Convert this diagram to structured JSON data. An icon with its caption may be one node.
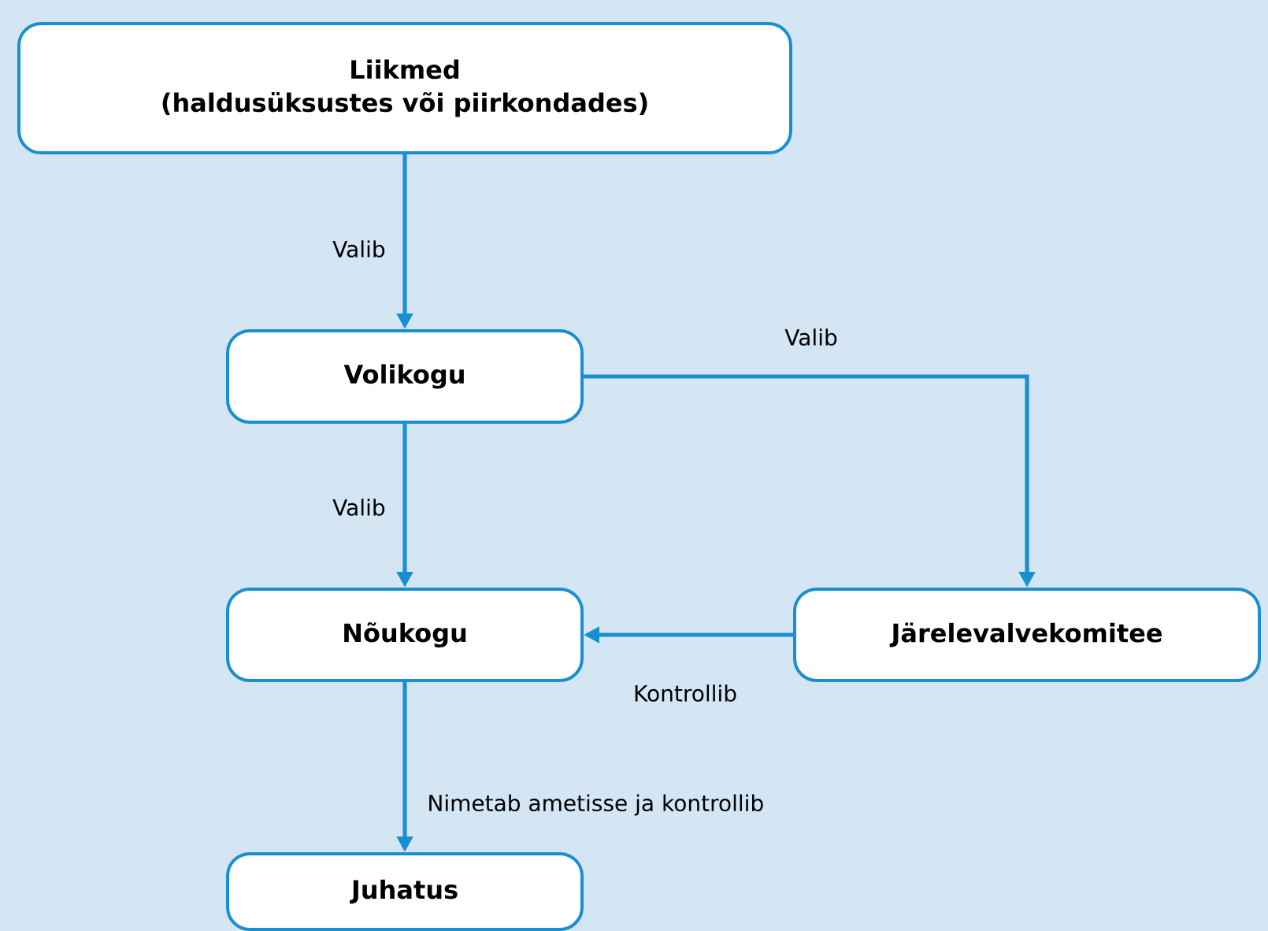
{
  "diagram": {
    "nodes": [
      {
        "text": [
          "Liikmed",
          "(haldusüksustes või piirkondades)"
        ]
      },
      {
        "text": [
          "Volikogu"
        ]
      },
      {
        "text": [
          "Nõukogu"
        ]
      },
      {
        "text": [
          "Järelevalvekomitee"
        ]
      },
      {
        "text": [
          "Juhatus"
        ]
      }
    ],
    "edges": [
      {
        "from": 0,
        "to": 1,
        "arrow": "to",
        "label": "Valib"
      },
      {
        "from": 1,
        "to": 3,
        "arrow": "to",
        "label": "Valib"
      },
      {
        "from": 1,
        "to": 2,
        "arrow": "to",
        "label": "Valib"
      },
      {
        "from": 3,
        "to": 2,
        "arrow": "to",
        "label": "Kontrollib"
      },
      {
        "from": 2,
        "to": 4,
        "arrow": "to",
        "label": "Nimetab ametisse ja kontrollib"
      }
    ]
  }
}
